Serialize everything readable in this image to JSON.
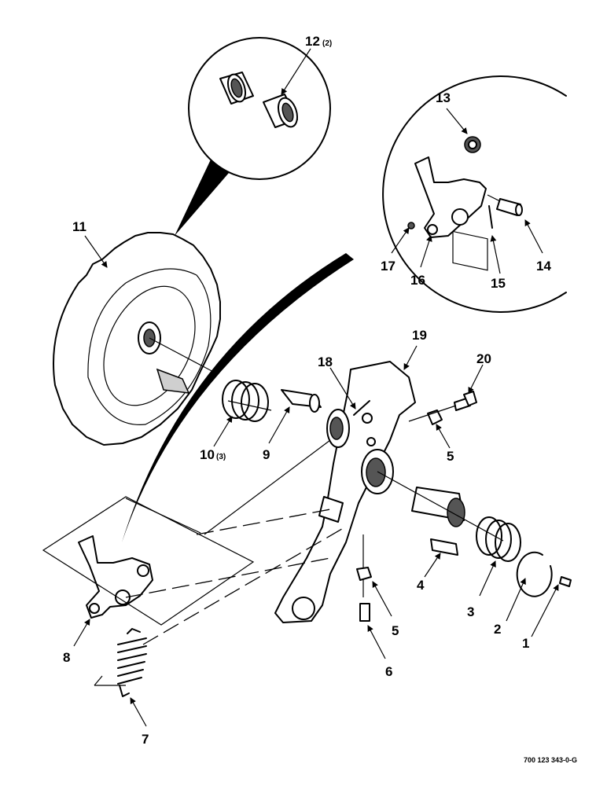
{
  "drawing": {
    "drawing_number": "700 123 343-0-G",
    "callouts": [
      {
        "label": "1"
      },
      {
        "label": "2"
      },
      {
        "label": "3"
      },
      {
        "label": "4"
      },
      {
        "label": "5"
      },
      {
        "label": "5"
      },
      {
        "label": "6"
      },
      {
        "label": "7"
      },
      {
        "label": "8"
      },
      {
        "label": "9"
      },
      {
        "label": "10",
        "qty": "(3)"
      },
      {
        "label": "11"
      },
      {
        "label": "12",
        "qty": "(2)"
      },
      {
        "label": "13"
      },
      {
        "label": "14"
      },
      {
        "label": "15"
      },
      {
        "label": "16"
      },
      {
        "label": "17"
      },
      {
        "label": "18"
      },
      {
        "label": "19"
      },
      {
        "label": "20"
      }
    ]
  }
}
